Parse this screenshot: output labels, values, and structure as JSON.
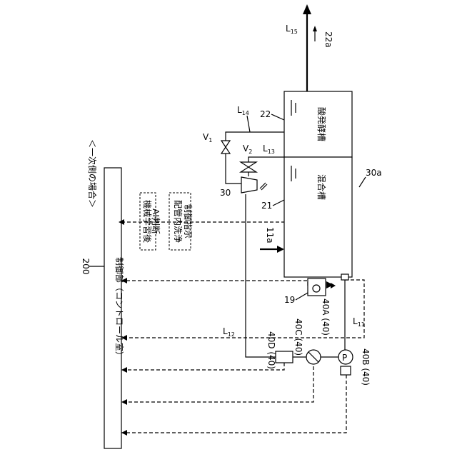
{
  "title": "＜一次側の場合＞",
  "controller": {
    "ref": "200",
    "label": "制御部（コントロール室）"
  },
  "instructions": [
    "機械学習後AI判断",
    "配管内洗浄制御指示"
  ],
  "tanks": {
    "fermentation": {
      "ref": "22",
      "label": "酸発酵槽"
    },
    "mixing": {
      "ref": "21",
      "label": "混合槽"
    },
    "group_ref": "30a"
  },
  "lines": {
    "L15": {
      "main": "L",
      "sub": "15"
    },
    "L14": {
      "main": "L",
      "sub": "14"
    },
    "L13": {
      "main": "L",
      "sub": "13"
    },
    "L12": {
      "main": "L",
      "sub": "12"
    },
    "L11": {
      "main": "L",
      "sub": "11"
    }
  },
  "valves": {
    "V1": {
      "main": "V",
      "sub": "1"
    },
    "V2": {
      "main": "V",
      "sub": "2"
    }
  },
  "refs": {
    "flow_22a": "22a",
    "flow_11a": "11a",
    "compressor": "30",
    "camera": "19",
    "sensor_40A": "40A (40)",
    "sensor_40B": "40B (40)",
    "sensor_40C": "40C (40)",
    "sensor_40D": "40D (40)"
  },
  "pump_symbol": "P"
}
